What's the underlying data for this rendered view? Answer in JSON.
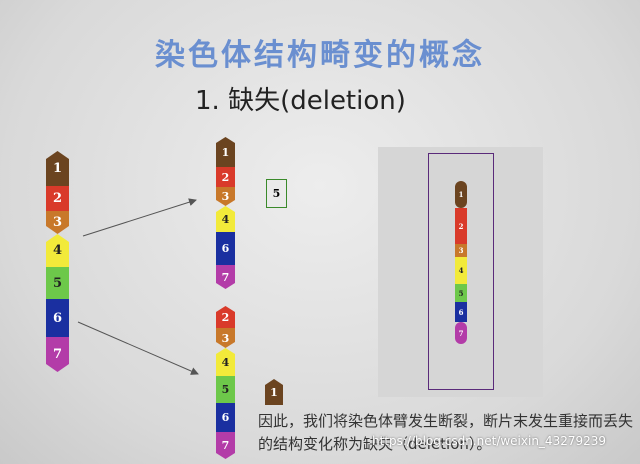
{
  "slide": {
    "title": "染色体结构畸变的概念",
    "subtitle": "1. 缺失(deletion)",
    "caption": "因此，我们将染色体臂发生断裂，断片末发生重接而丢失的结构变化称为缺失（deletion）。",
    "watermark": "https://blog.csdn.net/weixin_43279239"
  },
  "colors": {
    "1": "#6b4420",
    "2": "#d93a2a",
    "3": "#c8782a",
    "4": "#f2ea3a",
    "5": "#6dc84a",
    "6": "#1a2fa0",
    "7": "#b33ca8"
  },
  "chromosomes": {
    "original": [
      "1",
      "2",
      "3",
      "4",
      "5",
      "6",
      "7"
    ],
    "terminal_deletion": [
      "1",
      "2",
      "3",
      "4",
      "6",
      "7"
    ],
    "lost_fragment_terminal": "5",
    "interstitial_deletion": [
      "2",
      "3",
      "4",
      "5",
      "6",
      "7"
    ],
    "lost_fragment_interstitial": "1",
    "photo_chromosome": [
      "1",
      "2",
      "3",
      "4",
      "5",
      "6",
      "7"
    ]
  }
}
